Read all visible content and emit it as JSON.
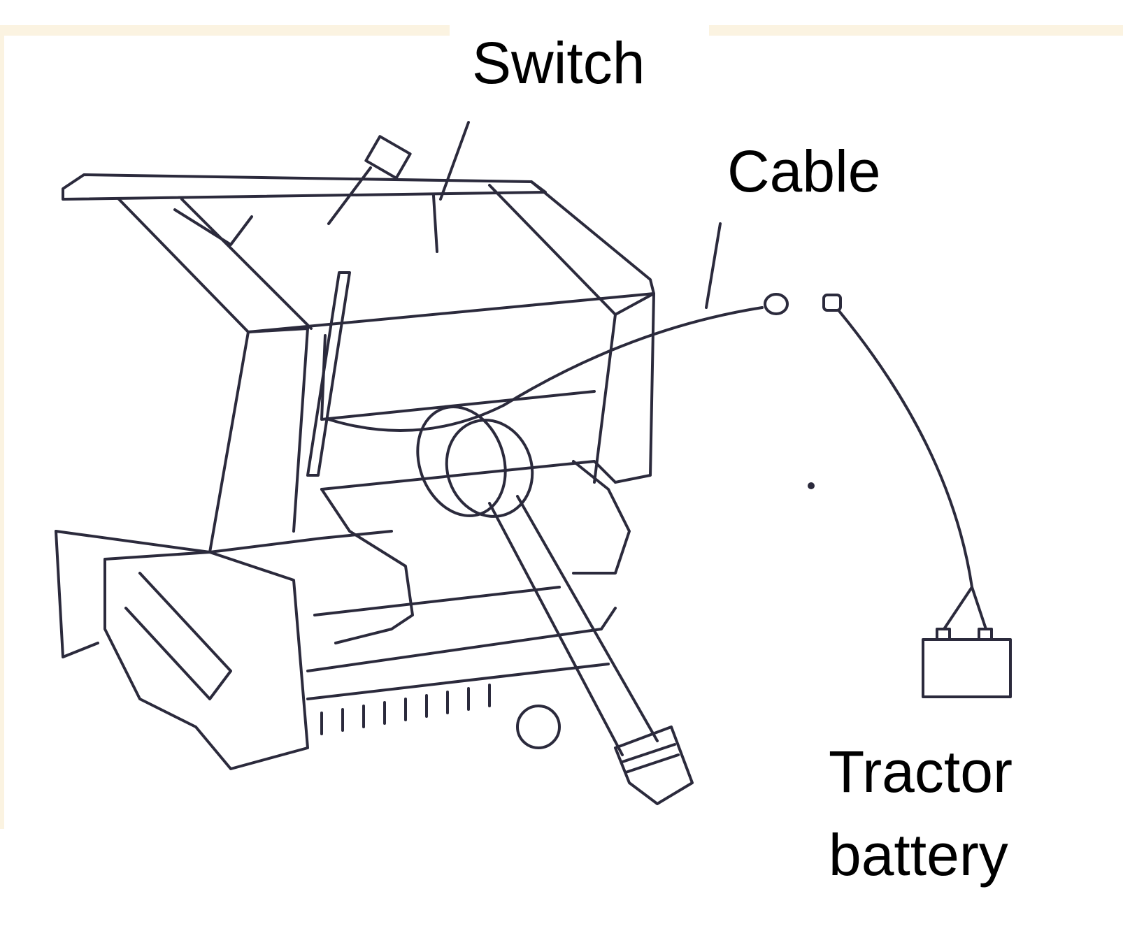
{
  "labels": {
    "switch": "Switch",
    "cable": "Cable",
    "battery_line1": "Tractor",
    "battery_line2": "battery"
  },
  "colors": {
    "frame": "#fbf3e1",
    "ink": "#2b2a3c"
  }
}
